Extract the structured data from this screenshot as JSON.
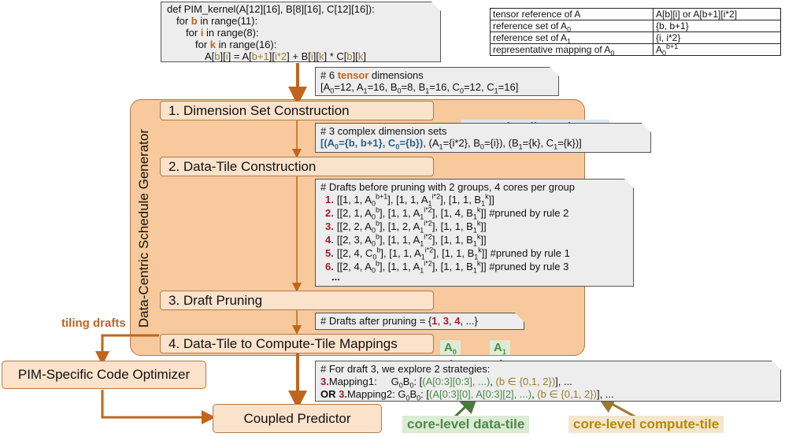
{
  "code": {
    "l1": "def PIM_kernel(A[12][16], B[8][16], C[12][16]):",
    "l2a": "for ",
    "l2b": "b",
    "l2c": " in range(11):",
    "l3a": "for ",
    "l3b": "i",
    "l3c": " in range(8):",
    "l4a": "for ",
    "l4b": "k",
    "l4c": " in range(16):",
    "l5": [
      "A[",
      "b",
      "][",
      "i",
      "] = A[",
      "b+1",
      "][",
      "i*2",
      "] + B[",
      "i",
      "][",
      "k",
      "] * C[",
      "b",
      "][",
      "k",
      "]"
    ]
  },
  "ref_table": [
    [
      "tensor reference of A",
      "A[b][i] or A[b+1][i*2]"
    ],
    [
      "reference set of A",
      "0",
      "{b, b+1}"
    ],
    [
      "reference set of A",
      "1",
      "{i, i*2}"
    ],
    [
      "representative mapping of A",
      "0",
      "A",
      "0",
      "b+1"
    ]
  ],
  "dims": {
    "l1a": "# 6 ",
    "l1b": "tensor",
    "l1c": " dimensions",
    "l2": [
      "[A",
      "0",
      "=12, A",
      "1",
      "=16, B",
      "0",
      "=8, B",
      "1",
      "=16, C",
      "0",
      "=12, C",
      "1",
      "=16]"
    ]
  },
  "generator_label": "Data-Centric Schedule Generator",
  "stages": [
    "1. Dimension Set Construction",
    "2. Data-Tile Construction",
    "3. Draft Pruning",
    "4. Data-Tile to Compute-Tile Mappings"
  ],
  "callout": "a complex dimension set",
  "complex_sets": {
    "l1": "# 3 complex dimension sets",
    "l2": [
      "[(A",
      "0",
      "={b, b+1}, C",
      "0",
      "={b})",
      ", (A",
      "1",
      "={i*2}, B",
      "0",
      "={i}), (B",
      "1",
      "={k}, C",
      "1",
      "={k})]"
    ]
  },
  "drafts": {
    "header": "# Drafts before pruning with 2 groups, 4 cores per group",
    "rows": [
      {
        "n": "1.",
        "a": "[[1, 1, A",
        "as": "0",
        "ap": "b+1",
        "b": "], [1, 1, A",
        "bs": "1",
        "bp": "i*2",
        "c": "], [1, 1, B",
        "cs": "1",
        "cp": "k",
        "d": "]]"
      },
      {
        "n": "2.",
        "a": "[[2, 1, A",
        "as": "0",
        "ap": "b",
        "b": "], [1, 1, A",
        "bs": "1",
        "bp": "i*2",
        "c": "], [1, 4, B",
        "cs": "1",
        "cp": "k",
        "d": "]] #pruned by rule 2"
      },
      {
        "n": "3.",
        "a": "[[2, 2, A",
        "as": "0",
        "ap": "b",
        "b": "], [1, 2, A",
        "bs": "1",
        "bp": "i*2",
        "c": "], [1, 1, B",
        "cs": "1",
        "cp": "k",
        "d": "]]"
      },
      {
        "n": "4.",
        "a": "[[2, 3, A",
        "as": "0",
        "ap": "b",
        "b": "], [1, 1, A",
        "bs": "1",
        "bp": "i*2",
        "c": "], [1, 1, B",
        "cs": "1",
        "cp": "k",
        "d": "]]"
      },
      {
        "n": "5.",
        "a": "[[2, 4, C",
        "as": "0",
        "ap": "b",
        "b": "], [1, 1, A",
        "bs": "1",
        "bp": "i*2",
        "c": "], [1, 1, B",
        "cs": "1",
        "cp": "k",
        "d": "]] #pruned by rule 1"
      },
      {
        "n": "6.",
        "a": "[[2, 4, A",
        "as": "0",
        "ap": "b",
        "b": "], [1, 1, A",
        "bs": "1",
        "bp": "i*2",
        "c": "], [1, 1, B",
        "cs": "1",
        "cp": "k",
        "d": "]] #pruned by rule 3"
      }
    ],
    "ellipsis": "..."
  },
  "after_pruning": [
    "# Drafts after pruning = {",
    "1",
    ", ",
    "3",
    ", ",
    "4",
    ", ...}"
  ],
  "tiling_drafts": "tiling drafts",
  "optimizer": "PIM-Specific Code Optimizer",
  "predictor": "Coupled Predictor",
  "a0_label": "A",
  "a0_sub": "0",
  "a1_label": "A",
  "a1_sub": "1",
  "strategies": {
    "l1": "# For draft 3, we explore 2 strategies:",
    "m1_num": "3.",
    "m1_label": "Mapping1:",
    "m1_g": "G",
    "m1_gs": "0",
    "m1_b": "B",
    "m1_bs": "0",
    "m1_mid": ": [",
    "m1_tile": "(A[0:3][0:3], ...)",
    "m1_sep": ", ",
    "m1_comp": "(b ∈ {0,1, 2})",
    "m1_end": "], ...",
    "m2_or": "OR ",
    "m2_num": "3.",
    "m2_label": "Mapping2:",
    "m2_g": "G",
    "m2_gs": "0",
    "m2_b": "B",
    "m2_bs": "0",
    "m2_mid": ": [",
    "m2_tile": "(A[0:3][0], A[0:3][2], ...)",
    "m2_sep": ", ",
    "m2_comp": "(b ∈ {0,1, 2})",
    "m2_end": "], ..."
  },
  "data_tile_label": "core-level data-tile",
  "compute_tile_label": "core-level compute-tile",
  "colors": {
    "stage_fill": "#fbe2cb",
    "frame_fill": "#f7c99c",
    "arrow": "#c0651b",
    "callout_bg": "#dbe6f1",
    "green_bg": "#dcebd4",
    "olive_bg": "#f3e6cf"
  }
}
